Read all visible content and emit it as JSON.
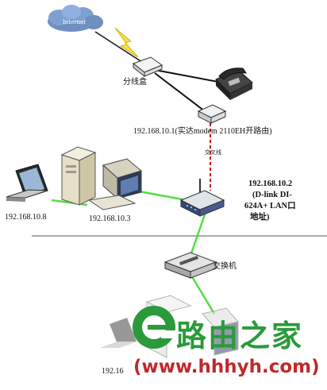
{
  "labels": {
    "internet": "Internet",
    "splitter": "分线盒",
    "modem": "192.168.10.1(实达modem 2110EH开路由)",
    "crossover": "交叉线",
    "router_ip": "192.168.10.2",
    "router_model_1": "(D-link DI-",
    "router_model_2": "624A+  LAN口",
    "router_model_3": "地址)",
    "laptop_left": "192.168.10.8",
    "pc": "192.168.10.3",
    "switch": "交换机",
    "bottom_laptop": "192.16"
  },
  "watermark": {
    "brand": "路由之家",
    "url": "(www.hhhyh.com)",
    "brand_color": "#2a9a3a",
    "url_color": "#c0282a"
  },
  "colors": {
    "ethernet": "#55dd44",
    "phone_line": "#111111",
    "crossover": "#cc1111"
  }
}
